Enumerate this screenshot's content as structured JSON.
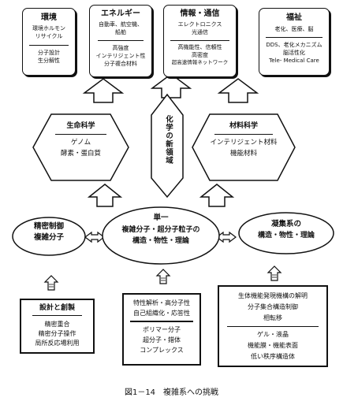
{
  "top": {
    "env": {
      "title": "環境",
      "items": [
        "環境ホルモン",
        "リサイクル"
      ],
      "sub": [
        "分子設計",
        "生分解性"
      ]
    },
    "energy": {
      "title": "エネルギー",
      "items": [
        "自動車、航空機、",
        "船舶"
      ],
      "sub": [
        "高強度",
        "インテリジェント性",
        "分子複合材料"
      ]
    },
    "info": {
      "title": "情報・通信",
      "items": [
        "エレクトロニクス",
        "光通信"
      ],
      "sub": [
        "高機能性、信頼性",
        "高密度",
        "超高速情報ネットワーク"
      ]
    },
    "welfare": {
      "title": "福祉",
      "items": [
        "老化、医療、脳"
      ],
      "sub": [
        "DDS、老化メカニズム",
        "脳活性化",
        "Tele- Medical Care"
      ]
    }
  },
  "middle": {
    "life": {
      "title": "生命科学",
      "items": [
        "ゲノム",
        "酵素・蛋白質"
      ]
    },
    "center": {
      "text": "化学の新領域"
    },
    "materials": {
      "title": "材料科学",
      "items": [
        "インテリジェント材料",
        "機能材料"
      ]
    }
  },
  "lower": {
    "precision": [
      "精密制御",
      "複雑分子"
    ],
    "single": [
      "単一",
      "複雑分子・超分子粒子の",
      "構造・物性・理論"
    ],
    "condensed": [
      "凝集系の",
      "構造・物性・理論"
    ]
  },
  "bottom": {
    "design": {
      "title": "設計と創製",
      "items": [
        "精密重合",
        "精密分子操作",
        "局所反応場利用"
      ]
    },
    "properties": {
      "items": [
        "特性解析・高分子性",
        "自己組織化・応答性"
      ],
      "sub": [
        "ポリマー分子",
        "超分子・錯体",
        "コンプレックス"
      ]
    },
    "bio": {
      "items": [
        "生体機能発現機構の解明",
        "分子集合構造制御",
        "相転移"
      ],
      "sub": [
        "ゲル・液晶",
        "機能膜・機能表面",
        "低い秩序構造体"
      ]
    }
  },
  "caption": "図1－14　複雑系への挑戦"
}
